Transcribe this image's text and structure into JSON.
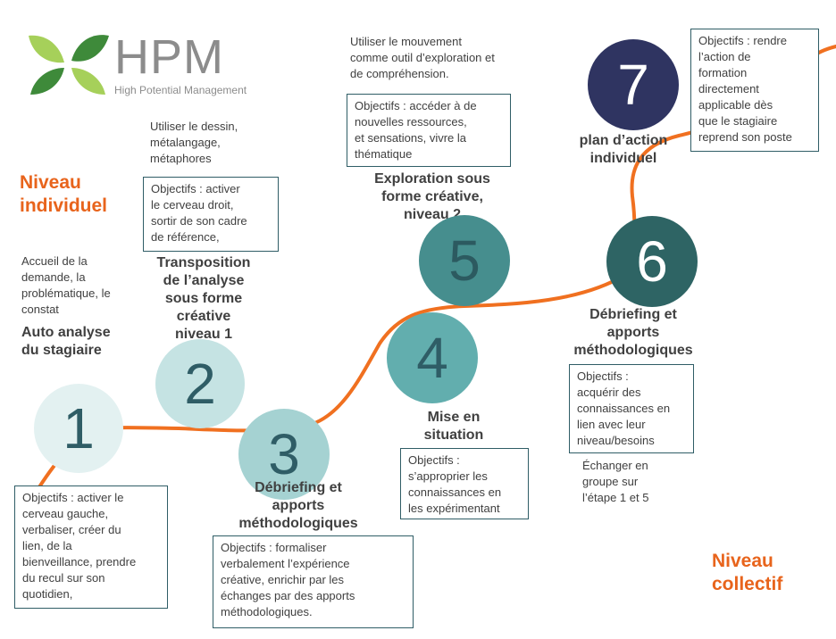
{
  "logo": {
    "name": "HPM",
    "tagline": "High Potential Management",
    "colors": {
      "leaf_light": "#a6d05a",
      "leaf_dark": "#3e8a3a",
      "text": "#8c8c8c"
    }
  },
  "levels": {
    "individual": "Niveau\nindividuel",
    "collective": "Niveau\ncollectif",
    "color": "#e8641c"
  },
  "path_color": "#f07020",
  "steps": [
    {
      "number": "1",
      "title": "Auto analyse\ndu stagiaire",
      "intro": "Accueil de la\ndemande, la\nproblématique, le\nconstat",
      "objectives": "Objectifs : activer le\ncerveau gauche,\nverbaliser, créer du\nlien, de la\nbienveillance, prendre\ndu recul sur son\nquotidien,",
      "circle_color": "#e3f1f1",
      "digit_color": "#2f5d66"
    },
    {
      "number": "2",
      "title": "Transposition\nde l’analyse\nsous forme\ncréative\nniveau 1",
      "intro": "Utiliser le dessin,\nmétalangage,\nmétaphores",
      "objectives": "Objectifs : activer\nle cerveau droit,\nsortir de son cadre\nde référence,",
      "circle_color": "#c5e3e3",
      "digit_color": "#2f5d66"
    },
    {
      "number": "3",
      "title": "Débriefing et\napports\nméthodologiques",
      "objectives": "Objectifs : formaliser\nverbalement l’expérience\ncréative, enrichir par les\néchanges par des apports\nméthodologiques.",
      "circle_color": "#a5d2d2",
      "digit_color": "#2f5d66"
    },
    {
      "number": "4",
      "title": "Mise en\nsituation",
      "objectives": "Objectifs :\ns’approprier les\nconnaissances en\nles expérimentant",
      "circle_color": "#62aeae",
      "digit_color": "#2f5d66"
    },
    {
      "number": "5",
      "title": "Exploration sous\nforme créative,\nniveau 2",
      "intro": "Utiliser le mouvement\ncomme outil d’exploration et\nde compréhension.",
      "objectives": "Objectifs : accéder à de\nnouvelles ressources,\net sensations, vivre  la\nthématique",
      "circle_color": "#468e8e",
      "digit_color": "#2c5a60"
    },
    {
      "number": "6",
      "title": "Débriefing et\napports\nméthodologiques",
      "objectives": "Objectifs :\nacquérir des\nconnaissances en\nlien avec leur\nniveau/besoins",
      "note": "Échanger en\ngroupe sur\nl’étape 1 et 5",
      "circle_color": "#2e6464",
      "digit_color": "#ffffff"
    },
    {
      "number": "7",
      "title": "plan d’action\nindividuel",
      "objectives": "Objectifs : rendre\nl’action de\nformation\ndirectement\napplicable dès\nque le stagiaire\nreprend son poste",
      "circle_color": "#2f3461",
      "digit_color": "#ffffff"
    }
  ]
}
